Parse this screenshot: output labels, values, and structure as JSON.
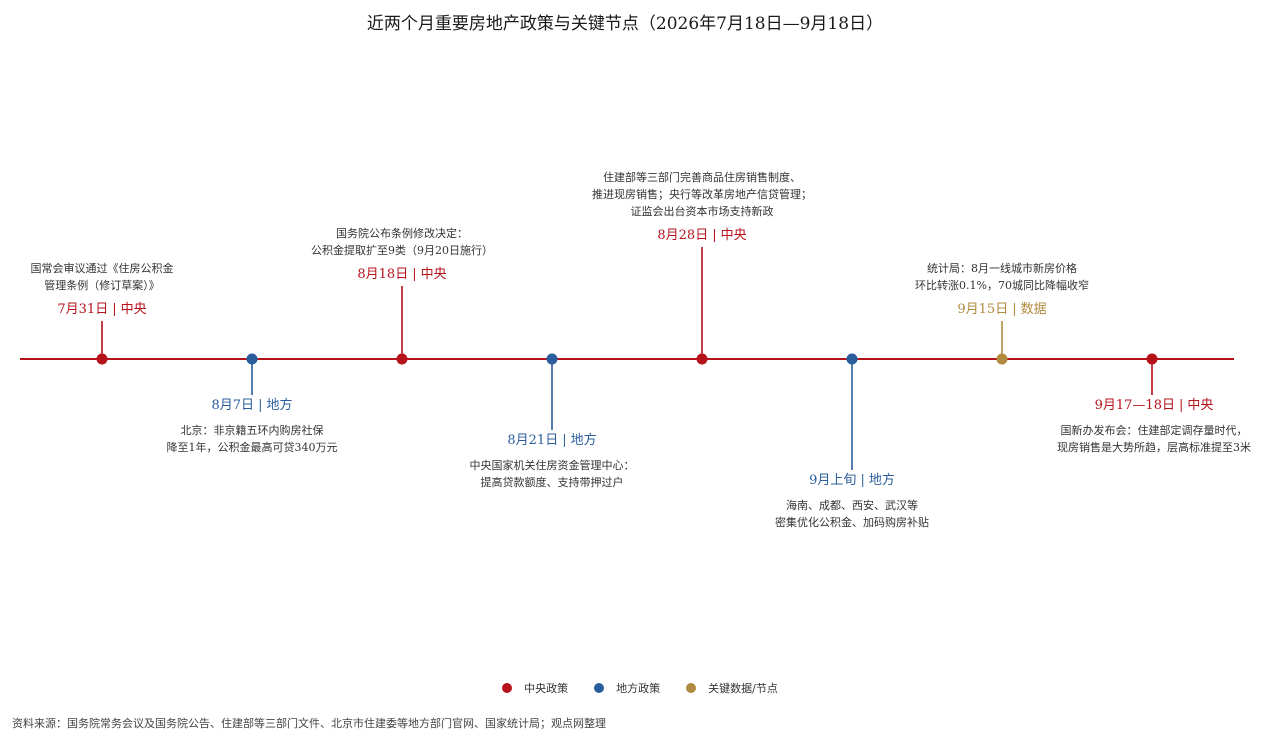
{
  "title": "近两个月重要房地产政策与关键节点（2026年7月18日—9月18日）",
  "colors": {
    "central": "#b5121b",
    "local": "#2a5d9b",
    "data": "#b08a3e",
    "axis": "#b5121b"
  },
  "events": [
    {
      "date": "7月31日",
      "category": "中央",
      "type": "central",
      "side": "above",
      "level": 1,
      "desc": [
        "国常会审议通过《住房公积金",
        "管理条例（修订草案）》"
      ]
    },
    {
      "date": "8月7日",
      "category": "地方",
      "type": "local",
      "side": "below",
      "level": 1,
      "desc": [
        "北京：非京籍五环内购房社保",
        "降至1年，公积金最高可贷340万元"
      ]
    },
    {
      "date": "8月18日",
      "category": "中央",
      "type": "central",
      "side": "above",
      "level": 2,
      "desc": [
        "国务院公布条例修改决定：",
        "公积金提取扩至9类（9月20日施行）"
      ]
    },
    {
      "date": "8月21日",
      "category": "地方",
      "type": "local",
      "side": "below",
      "level": 2,
      "desc": [
        "中央国家机关住房资金管理中心：",
        "提高贷款额度、支持带押过户"
      ]
    },
    {
      "date": "8月28日",
      "category": "中央",
      "type": "central",
      "side": "above",
      "level": 3,
      "desc": [
        "住建部等三部门完善商品住房销售制度、",
        "推进现房销售；央行等改革房地产信贷管理；",
        "证监会出台资本市场支持新政"
      ]
    },
    {
      "date": "9月上旬",
      "category": "地方",
      "type": "local",
      "side": "below",
      "level": 3,
      "desc": [
        "海南、成都、西安、武汉等",
        "密集优化公积金、加码购房补贴"
      ]
    },
    {
      "date": "9月15日",
      "category": "数据",
      "type": "data",
      "side": "above",
      "level": 1,
      "desc": [
        "统计局：8月一线城市新房价格",
        "环比转涨0.1%，70城同比降幅收窄"
      ]
    },
    {
      "date": "9月17—18日",
      "category": "中央",
      "type": "central",
      "side": "below",
      "level": 1,
      "desc": [
        "国新办发布会：住建部定调存量时代，",
        "现房销售是大势所趋，层高标准提至3米"
      ]
    }
  ],
  "legend": [
    {
      "label": "中央政策",
      "type": "central"
    },
    {
      "label": "地方政策",
      "type": "local"
    },
    {
      "label": "关键数据/节点",
      "type": "data"
    }
  ],
  "source": "资料来源：国务院常务会议及国务院公告、住建部等三部门文件、北京市住建委等地方部门官网、国家统计局；观点网整理"
}
